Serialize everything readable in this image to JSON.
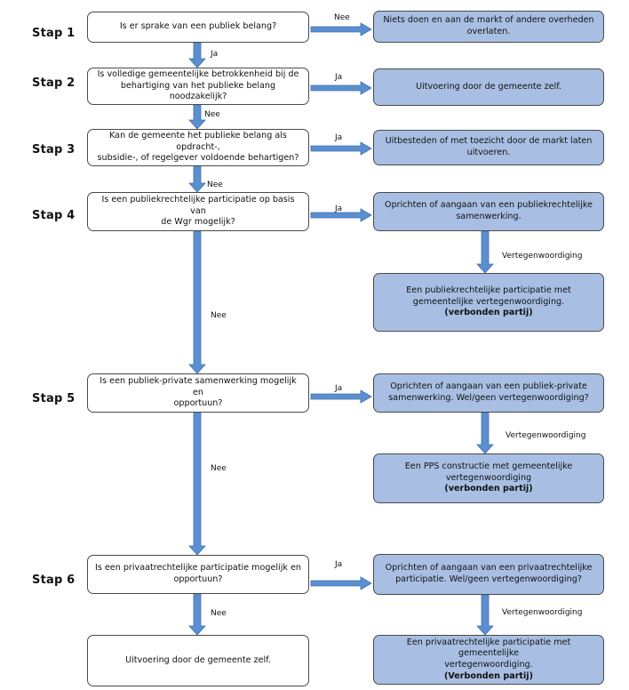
{
  "steps": [
    {
      "label": "Stap 1",
      "question": "Is er sprake van een publiek belang?",
      "branch_label": "Nee",
      "down_label": "Ja",
      "answer": [
        "Niets doen en aan de markt of andere overheden",
        "overlaten."
      ]
    },
    {
      "label": "Stap 2",
      "question": [
        "Is volledige gemeentelijke betrokkenheid bij de",
        "behartiging van het publieke belang noodzakelijk?"
      ],
      "branch_label": "Ja",
      "down_label": "Nee",
      "answer": [
        "Uitvoering door de gemeente zelf."
      ]
    },
    {
      "label": "Stap 3",
      "question": [
        "Kan de gemeente het publieke belang als opdracht-,",
        "subsidie-, of regelgever voldoende behartigen?"
      ],
      "branch_label": "Ja",
      "down_label": "Nee",
      "answer": [
        "Uitbesteden of met toezicht door de markt laten",
        "uitvoeren."
      ]
    },
    {
      "label": "Stap 4",
      "question": [
        "Is een publiekrechtelijke participatie op basis van",
        "de Wgr mogelijk?"
      ],
      "branch_label": "Ja",
      "down_label": "Nee",
      "answer": [
        "Oprichten of aangaan van een publiekrechtelijke",
        "samenwerking."
      ],
      "sub_label": "Vertegenwoordiging",
      "sub_answer": [
        "Een publiekrechtelijke participatie met",
        "gemeentelijke vertegenwoordiging."
      ],
      "sub_answer_bold": "(verbonden partij)"
    },
    {
      "label": "Stap 5",
      "question": [
        "Is een publiek-private samenwerking mogelijk en",
        "opportuun?"
      ],
      "branch_label": "Ja",
      "down_label": "Nee",
      "answer": [
        "Oprichten of aangaan van een publiek-private",
        "samenwerking. Wel/geen vertegenwoordiging?"
      ],
      "sub_label": "Vertegenwoordiging",
      "sub_answer": [
        "Een PPS constructie met gemeentelijke",
        "vertegenwoordiging"
      ],
      "sub_answer_bold": "(verbonden partij)"
    },
    {
      "label": "Stap 6",
      "question": [
        "Is een privaatrechtelijke participatie mogelijk en",
        "opportuun?"
      ],
      "branch_label": "Ja",
      "down_label": "Nee",
      "answer": [
        "Oprichten of aangaan van een privaatrechtelijke",
        "participatie. Wel/geen vertegenwoordiging?"
      ],
      "sub_label": "Vertegenwoordiging",
      "sub_answer": [
        "Een privaatrechtelijke participatie met gemeentelijke",
        "vertegenwoordiging."
      ],
      "sub_answer_bold": "(Verbonden partij)"
    }
  ],
  "final_box": "Uitvoering door de gemeente zelf.",
  "colors": {
    "answer_fill": "#a8bfe3",
    "arrow_fill": "#5b8fcf",
    "arrow_stroke": "#3f73b4",
    "border": "#4a4a4a"
  }
}
